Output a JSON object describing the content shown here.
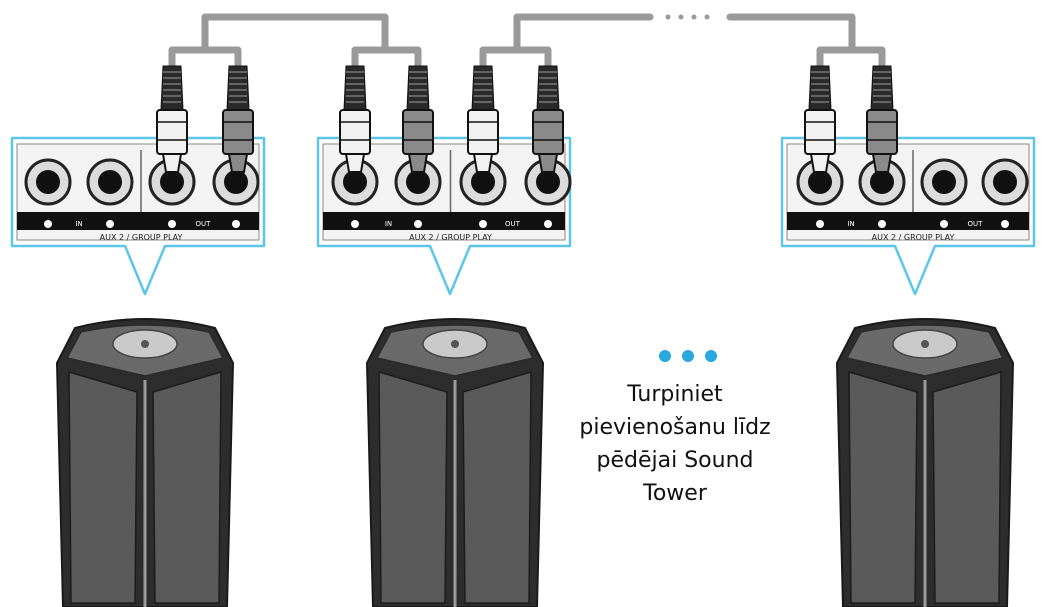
{
  "colors": {
    "callout_border": "#5bc6e8",
    "cable": "#9a9a9a",
    "plug_white": "#f1f1f1",
    "plug_gray": "#8a8a8a",
    "panel_bg": "#f3f3f3",
    "label_strip": "#111111",
    "dots": "#29a8e0",
    "speaker_dark": "#2d2d2d",
    "speaker_face": "#5a5a5a"
  },
  "panels": [
    {
      "label": "AUX 2 / GROUP PLAY",
      "in_text": "IN",
      "out_text": "OUT"
    },
    {
      "label": "AUX 2 / GROUP PLAY",
      "in_text": "IN",
      "out_text": "OUT"
    },
    {
      "label": "AUX 2 / GROUP PLAY",
      "in_text": "IN",
      "out_text": "OUT"
    }
  ],
  "speakers": [
    {
      "name": "sound-tower-1"
    },
    {
      "name": "sound-tower-2"
    },
    {
      "name": "sound-tower-last"
    }
  ],
  "instruction": {
    "lines": [
      "Turpiniet",
      "pievienošanu līdz",
      "pēdējai Sound",
      "Tower"
    ]
  }
}
